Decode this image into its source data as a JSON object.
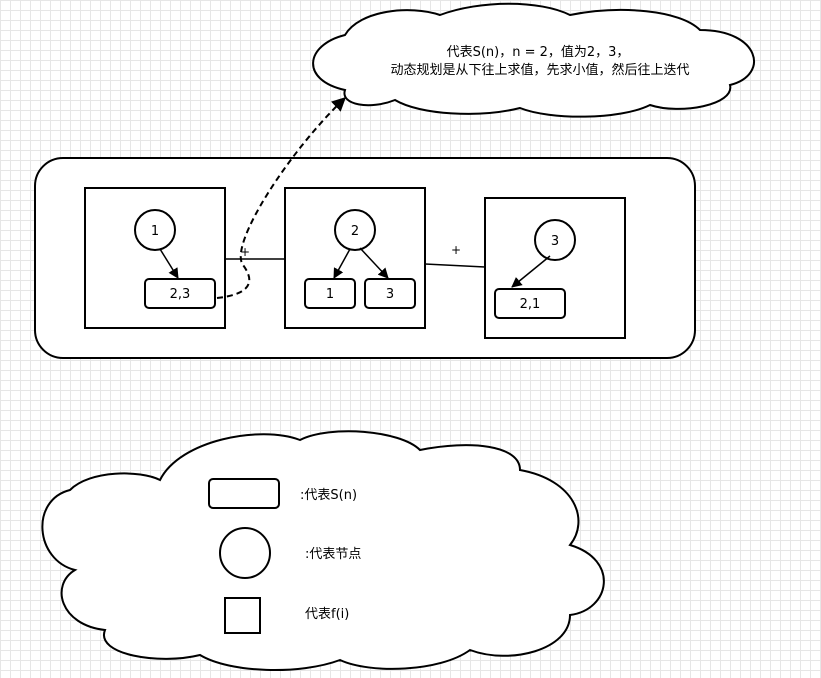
{
  "top_note": {
    "line1": "代表S(n)，n = 2，值为2，3，",
    "line2": "动态规划是从下往上求值，先求小值，然后往上迭代"
  },
  "groups": [
    {
      "node": "1",
      "children": [
        "2,3"
      ]
    },
    {
      "node": "2",
      "children": [
        "1",
        "3"
      ]
    },
    {
      "node": "3",
      "children": [
        "2,1"
      ]
    }
  ],
  "connectors": [
    "+",
    "+"
  ],
  "legend": {
    "rect_label": ":代表S(n)",
    "circle_label": ":代表节点",
    "square_label": "代表f(i)"
  }
}
